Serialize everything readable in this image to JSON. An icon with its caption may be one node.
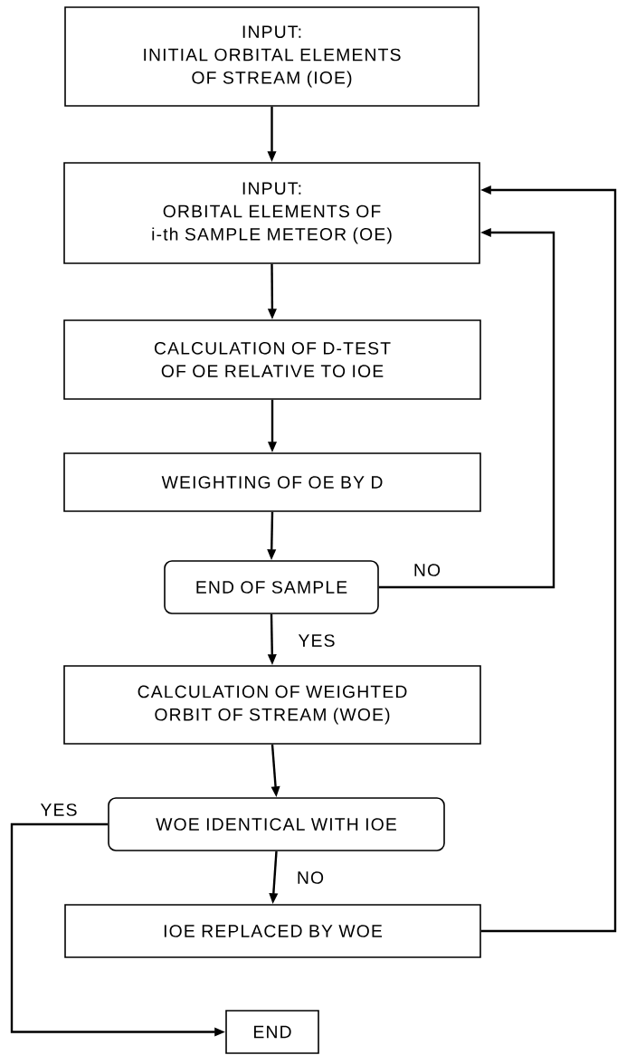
{
  "diagram": {
    "nodes": [
      {
        "text": [
          "INPUT:",
          "INITIAL ORBITAL ELEMENTS OF STREAM (IOE)"
        ]
      },
      {
        "text": [
          "INPUT:",
          "ORBITAL ELEMENTS OF i-th SAMPLE METEOR (OE)"
        ]
      },
      {
        "text": [
          "CALCULATION OF D-TEST OF OE RELATIVE TO IOE"
        ]
      },
      {
        "text": [
          "WEIGHTING OF OE BY D"
        ]
      },
      {
        "text": [
          "END OF SAMPLE"
        ]
      },
      {
        "text": [
          "CALCULATION OF WEIGHTED ORBIT OF STREAM (WOE)"
        ]
      },
      {
        "text": [
          "WOE IDENTICAL WITH IOE"
        ]
      },
      {
        "text": [
          "IOE REPLACED BY WOE"
        ]
      },
      {
        "text": [
          "END"
        ]
      }
    ],
    "edges": [
      {
        "from": 0,
        "to": 1,
        "arrow": "to"
      },
      {
        "from": 1,
        "to": 2,
        "arrow": "to"
      },
      {
        "from": 2,
        "to": 3,
        "arrow": "to"
      },
      {
        "from": 3,
        "to": 4,
        "arrow": "to"
      },
      {
        "from": 4,
        "to": 1,
        "arrow": "to",
        "label": "NO"
      },
      {
        "from": 4,
        "to": 5,
        "arrow": "to",
        "label": "YES"
      },
      {
        "from": 5,
        "to": 6,
        "arrow": "to"
      },
      {
        "from": 6,
        "to": 8,
        "arrow": "to",
        "label": "YES"
      },
      {
        "from": 6,
        "to": 7,
        "arrow": "to",
        "label": "NO"
      },
      {
        "from": 7,
        "to": 1,
        "arrow": "to"
      }
    ]
  }
}
